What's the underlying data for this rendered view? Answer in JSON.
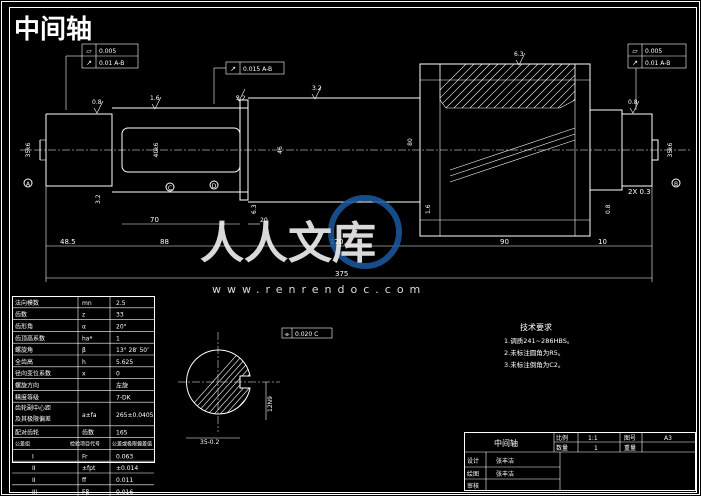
{
  "title": "中间轴",
  "colors": {
    "title": "#ff1a1a",
    "background": "#000000",
    "lines": "#ffffff",
    "watermark": "#1a5aa0"
  },
  "watermark": {
    "brand": "人人文库",
    "url": "www.renrendoc.com"
  },
  "main_view": {
    "tol_left": [
      "0.005",
      "0.01 A-B"
    ],
    "tol_mid": "0.015 A-B",
    "tol_right": [
      "0.005",
      "0.01 A-B"
    ],
    "tol_section": "0.020 C",
    "roughness": [
      "0.8",
      "1.6",
      "3.2",
      "3.2",
      "0.8",
      "6.3",
      "3.2",
      "6.3",
      "1.6",
      "0.8"
    ],
    "datums": [
      "A",
      "C",
      "D",
      "B"
    ],
    "chamfer": "2X 0.3",
    "dims": {
      "d1": "35k6",
      "d2": "40k6",
      "d3": "46",
      "d4": "80",
      "d5": "35k6",
      "key_len": "70",
      "shoulder": "20",
      "seg1": "48.5",
      "seg2": "88",
      "seg3": "120",
      "seg4": "90",
      "seg5": "10",
      "total": "375"
    },
    "section": {
      "width": "12N9",
      "depth": "35-0.2"
    }
  },
  "gear_params": {
    "rows": [
      {
        "name": "法向模数",
        "sym": "mn",
        "val": "2.5"
      },
      {
        "name": "齿数",
        "sym": "z",
        "val": "33"
      },
      {
        "name": "齿形角",
        "sym": "α",
        "val": "20°"
      },
      {
        "name": "齿顶高系数",
        "sym": "ha*",
        "val": "1"
      },
      {
        "name": "螺旋角",
        "sym": "β",
        "val": "13° 28′ 50″"
      },
      {
        "name": "全齿高",
        "sym": "h",
        "val": "5.625"
      },
      {
        "name": "径向变位系数",
        "sym": "x",
        "val": "0"
      },
      {
        "name": "螺旋方向",
        "sym": "",
        "val": "左旋"
      },
      {
        "name": "精度等级",
        "sym": "",
        "val": "7-DK"
      },
      {
        "name": "齿轮副中心距及其极限偏差",
        "sym": "a±fa",
        "val": "265±0.0405"
      },
      {
        "name": "配对齿轮",
        "sym": "齿数",
        "val": "165"
      }
    ],
    "group_head": [
      "公差组",
      "检验项目代号",
      "公差或极限偏差值"
    ],
    "groups": [
      {
        "g": "I",
        "sym": "Fr",
        "val": "0.063"
      },
      {
        "g": "II",
        "sym": "±fpt",
        "val": "±0.014"
      },
      {
        "g": "II",
        "sym": "ff",
        "val": "0.011"
      },
      {
        "g": "III",
        "sym": "Fβ",
        "val": "0.016"
      }
    ]
  },
  "tech_req": {
    "title": "技术要求",
    "items": [
      "1.调质241~286HBS。",
      "2.未标注圆角为R5。",
      "3.未标注倒角为C2。"
    ]
  },
  "title_block": {
    "part": "中间轴",
    "scale_label": "比例",
    "scale": "1:1",
    "qty_label": "数量",
    "qty": "1",
    "no_label": "图号",
    "no": "A3",
    "mass_label": "重量",
    "design_label": "设计",
    "design": "张丰洁",
    "draw_label": "绘图",
    "draw": "张丰洁",
    "check_label": "审核"
  }
}
